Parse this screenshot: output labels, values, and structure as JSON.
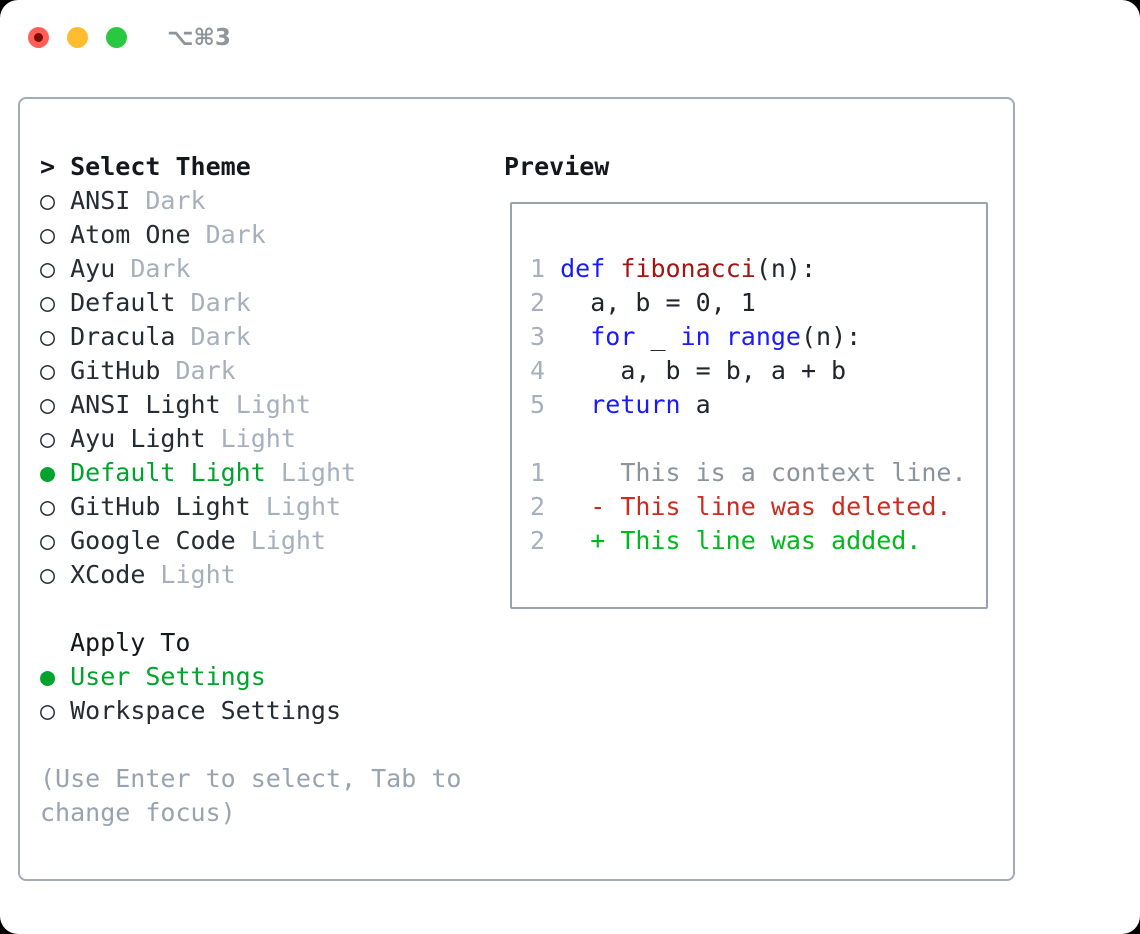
{
  "window": {
    "shortcut": "⌥⌘3",
    "traffic_lights": [
      "close",
      "minimize",
      "zoom"
    ]
  },
  "theme_picker": {
    "title_prefix": ">",
    "title": "Select Theme",
    "items": [
      {
        "name": "ANSI",
        "variant": "Dark",
        "selected": false
      },
      {
        "name": "Atom One",
        "variant": "Dark",
        "selected": false
      },
      {
        "name": "Ayu",
        "variant": "Dark",
        "selected": false
      },
      {
        "name": "Default",
        "variant": "Dark",
        "selected": false
      },
      {
        "name": "Dracula",
        "variant": "Dark",
        "selected": false
      },
      {
        "name": "GitHub",
        "variant": "Dark",
        "selected": false
      },
      {
        "name": "ANSI Light",
        "variant": "Light",
        "selected": false
      },
      {
        "name": "Ayu Light",
        "variant": "Light",
        "selected": false
      },
      {
        "name": "Default Light",
        "variant": "Light",
        "selected": true
      },
      {
        "name": "GitHub Light",
        "variant": "Light",
        "selected": false
      },
      {
        "name": "Google Code",
        "variant": "Light",
        "selected": false
      },
      {
        "name": "XCode",
        "variant": "Light",
        "selected": false
      }
    ]
  },
  "apply_to": {
    "title": "Apply To",
    "options": [
      {
        "label": "User Settings",
        "selected": true
      },
      {
        "label": "Workspace Settings",
        "selected": false
      }
    ]
  },
  "hint": "(Use Enter to select, Tab to\nchange focus)",
  "preview": {
    "title": "Preview",
    "code_lines": [
      {
        "num": "1",
        "tokens": [
          {
            "t": "def",
            "c": "keyword"
          },
          {
            "t": " ",
            "c": "plain"
          },
          {
            "t": "fibonacci",
            "c": "function"
          },
          {
            "t": "(n):",
            "c": "plain"
          }
        ]
      },
      {
        "num": "2",
        "tokens": [
          {
            "t": "  a, b = 0, 1",
            "c": "plain"
          }
        ]
      },
      {
        "num": "3",
        "tokens": [
          {
            "t": "  ",
            "c": "plain"
          },
          {
            "t": "for",
            "c": "keyword"
          },
          {
            "t": " _ ",
            "c": "plain"
          },
          {
            "t": "in",
            "c": "keyword"
          },
          {
            "t": " ",
            "c": "plain"
          },
          {
            "t": "range",
            "c": "keyword"
          },
          {
            "t": "(n):",
            "c": "plain"
          }
        ]
      },
      {
        "num": "4",
        "tokens": [
          {
            "t": "    a, b = b, a + b",
            "c": "plain"
          }
        ]
      },
      {
        "num": "5",
        "tokens": [
          {
            "t": "  ",
            "c": "plain"
          },
          {
            "t": "return",
            "c": "keyword"
          },
          {
            "t": " a",
            "c": "plain"
          }
        ]
      }
    ],
    "diff_lines": [
      {
        "num": "1",
        "marker": "",
        "kind": "context",
        "text": "This is a context line."
      },
      {
        "num": "2",
        "marker": "-",
        "kind": "deleted",
        "text": "This line was deleted."
      },
      {
        "num": "2",
        "marker": "+",
        "kind": "added",
        "text": "This line was added."
      }
    ]
  },
  "colors": {
    "selected_green": "#00a42d",
    "added_green": "#00b91e",
    "deleted_red": "#cd2b1e",
    "keyword_blue": "#1a1aff",
    "function_red": "#a31515",
    "muted_gray": "#a6b0bd",
    "context_gray": "#8b949e",
    "panel_border": "#a3abb6",
    "traffic_red": "#ff5f57",
    "traffic_yellow": "#febc2e",
    "traffic_green": "#28c840"
  }
}
